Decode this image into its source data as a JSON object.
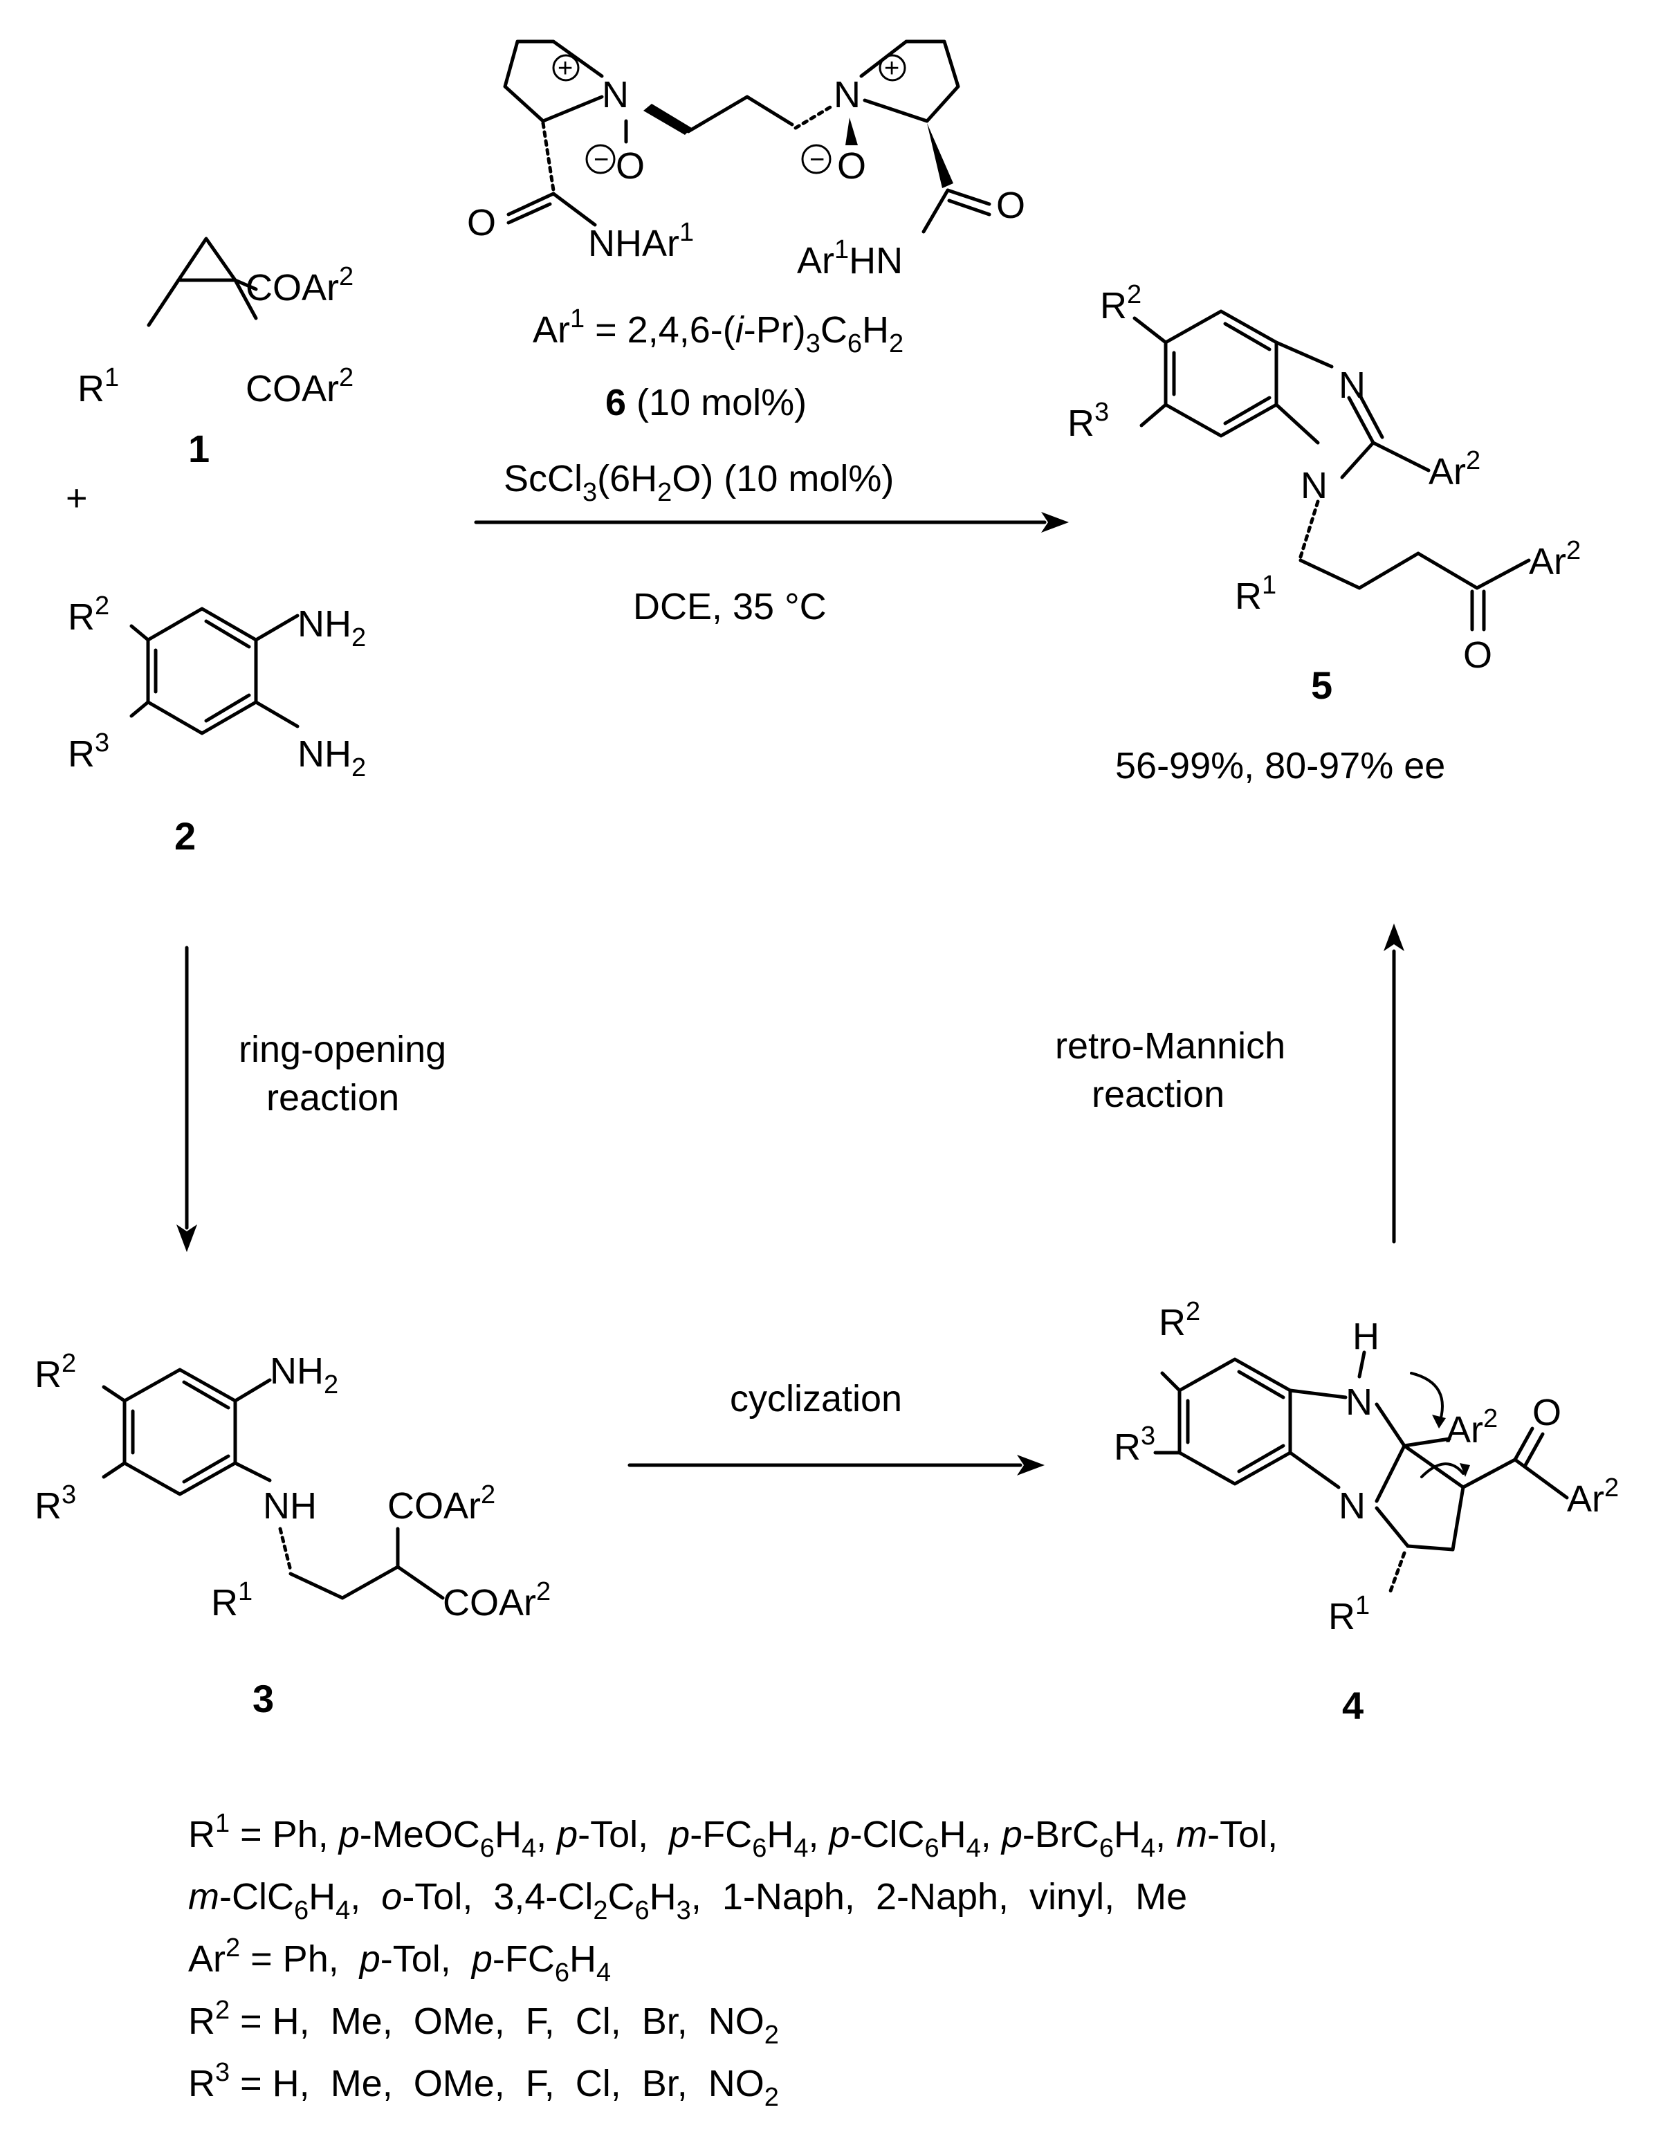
{
  "compounds": {
    "c1": {
      "number": "1",
      "sub_r1": "R",
      "sub_r1_sup": "1",
      "g1": "COAr",
      "g1_sup": "2",
      "g2": "COAr",
      "g2_sup": "2"
    },
    "plus": "+",
    "c2": {
      "number": "2",
      "r2": "R",
      "r2_sup": "2",
      "r3": "R",
      "r3_sup": "3",
      "nh2a": "NH",
      "nh2a_sub": "2",
      "nh2b": "NH",
      "nh2b_sub": "2"
    },
    "c3": {
      "number": "3",
      "r2": "R",
      "r2_sup": "2",
      "r3": "R",
      "r3_sup": "3",
      "nh2": "NH",
      "nh2_sub": "2",
      "nh": "NH",
      "r1": "R",
      "r1_sup": "1",
      "g1": "COAr",
      "g1_sup": "2",
      "g2": "COAr",
      "g2_sup": "2"
    },
    "c4": {
      "number": "4",
      "r2": "R",
      "r2_sup": "2",
      "r3": "R",
      "r3_sup": "3",
      "nh_h": "H",
      "nh_n": "N",
      "n2": "N",
      "ar2": "Ar",
      "ar2_sup": "2",
      "o": "O",
      "ar2b": "Ar",
      "ar2b_sup": "2",
      "r1": "R",
      "r1_sup": "1"
    },
    "c5": {
      "number": "5",
      "r2": "R",
      "r2_sup": "2",
      "r3": "R",
      "r3_sup": "3",
      "n_top": "N",
      "n_bot": "N",
      "ar2": "Ar",
      "ar2_sup": "2",
      "r1": "R",
      "r1_sup": "1",
      "ar2b": "Ar",
      "ar2b_sup": "2",
      "o": "O",
      "yield": "56-99%, 80-97% ee"
    }
  },
  "catalyst": {
    "n_left": "N",
    "n_right": "N",
    "o_left": "O",
    "o_right": "O",
    "plus": "+",
    "minus": "−",
    "amide_o_left": "O",
    "nhar_left": "NHAr",
    "nhar_left_sup": "1",
    "amide_o_right": "O",
    "arhn_right": "Ar",
    "arhn_right_sup": "1",
    "arhn_right_tail": "HN",
    "def_line_a": "Ar",
    "def_line_sup": "1",
    "def_line_b": " = 2,4,6-(",
    "def_line_i": "i",
    "def_line_c": "-Pr)",
    "def_line_sub3": "3",
    "def_line_d": "C",
    "def_line_sub6": "6",
    "def_line_e": "H",
    "def_line_sub2": "2",
    "loading_num": "6",
    "loading_text": " (10 mol%)",
    "sc_a": "ScCl",
    "sc_sub3": "3",
    "sc_b": "(6H",
    "sc_sub2": "2",
    "sc_c": "O) (10 mol%)",
    "conditions": "DCE, 35 °C"
  },
  "arrows": {
    "ring_opening_1": "ring-opening",
    "ring_opening_2": "reaction",
    "cyclization": "cyclization",
    "retro_1": "retro-Mannich",
    "retro_2": "reaction"
  },
  "substituents": {
    "r1": {
      "label": "R",
      "sup": "1",
      "items": [
        {
          "t": " = Ph, "
        },
        {
          "i": "p"
        },
        {
          "t": "-MeOC"
        },
        {
          "s": "6"
        },
        {
          "t": "H"
        },
        {
          "s": "4"
        },
        {
          "t": ", "
        },
        {
          "i": "p"
        },
        {
          "t": "-Tol,  "
        },
        {
          "i": "p"
        },
        {
          "t": "-FC"
        },
        {
          "s": "6"
        },
        {
          "t": "H"
        },
        {
          "s": "4"
        },
        {
          "t": ", "
        },
        {
          "i": "p"
        },
        {
          "t": "-ClC"
        },
        {
          "s": "6"
        },
        {
          "t": "H"
        },
        {
          "s": "4"
        },
        {
          "t": ", "
        },
        {
          "i": "p"
        },
        {
          "t": "-BrC"
        },
        {
          "s": "6"
        },
        {
          "t": "H"
        },
        {
          "s": "4"
        },
        {
          "t": ", "
        },
        {
          "i": "m"
        },
        {
          "t": "-Tol,"
        }
      ]
    },
    "r1_cont": {
      "items": [
        {
          "i": "m"
        },
        {
          "t": "-ClC"
        },
        {
          "s": "6"
        },
        {
          "t": "H"
        },
        {
          "s": "4"
        },
        {
          "t": ",  "
        },
        {
          "i": "o"
        },
        {
          "t": "-Tol,  3,4-Cl"
        },
        {
          "s": "2"
        },
        {
          "t": "C"
        },
        {
          "s": "6"
        },
        {
          "t": "H"
        },
        {
          "s": "3"
        },
        {
          "t": ",  1-Naph,  2-Naph,  vinyl,  Me"
        }
      ]
    },
    "ar2": {
      "label": "Ar",
      "sup": "2",
      "items": [
        {
          "t": " = Ph,  "
        },
        {
          "i": "p"
        },
        {
          "t": "-Tol,  "
        },
        {
          "i": "p"
        },
        {
          "t": "-FC"
        },
        {
          "s": "6"
        },
        {
          "t": "H"
        },
        {
          "s": "4"
        }
      ]
    },
    "r2": {
      "label": "R",
      "sup": "2",
      "items": [
        {
          "t": " = H,  Me,  OMe,  F,  Cl,  Br,  NO"
        },
        {
          "s": "2"
        }
      ]
    },
    "r3": {
      "label": "R",
      "sup": "3",
      "items": [
        {
          "t": " = H,  Me,  OMe,  F,  Cl,  Br,  NO"
        },
        {
          "s": "2"
        }
      ]
    }
  }
}
